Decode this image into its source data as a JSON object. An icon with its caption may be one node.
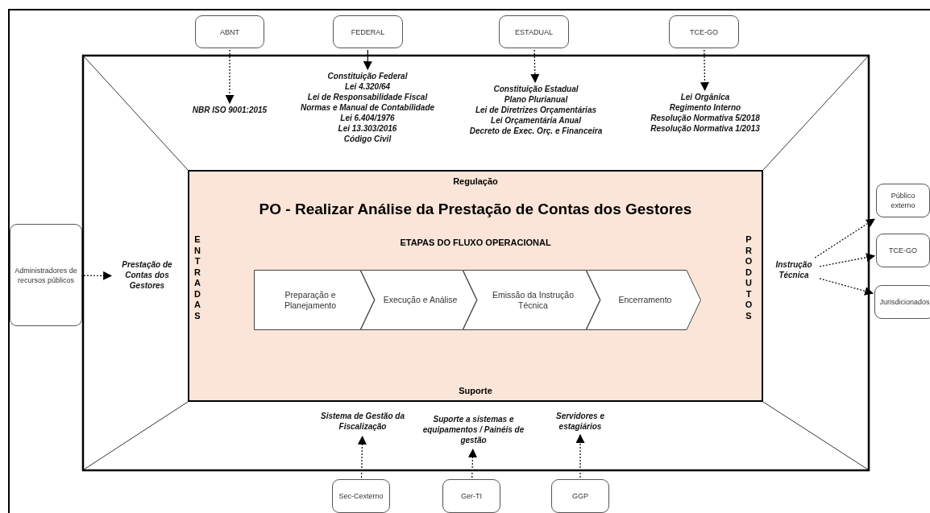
{
  "diagram": {
    "nodes": [
      {
        "text": [
          "ABNT"
        ]
      },
      {
        "text": [
          "FEDERAL"
        ]
      },
      {
        "text": [
          "ESTADUAL"
        ]
      },
      {
        "text": [
          "TCE-GO"
        ]
      },
      {
        "text": [
          "NBR ISO 9001:2015"
        ]
      },
      {
        "text": [
          "Constituição Federal",
          "Lei 4.320/64",
          "Lei de Responsabilidade Fiscal",
          "Normas e Manual de Contabilidade",
          "Lei 6.404/1976",
          "Lei 13.303/2016",
          "Código Civil"
        ]
      },
      {
        "text": [
          "Constituição Estadual",
          "Plano Plurianual",
          "Lei de Diretrizes Orçamentárias",
          "Lei Orçamentária Anual",
          "Decreto de Exec. Orç. e Financeira"
        ]
      },
      {
        "text": [
          "Lei Orgânica",
          "Regimento Interno",
          "Resolução Normativa 5/2018",
          "Resolução Normativa 1/2013"
        ]
      },
      {
        "text": [
          "Administradores de recursos públicos"
        ]
      },
      {
        "text": [
          "Prestação de Contas dos Gestores"
        ]
      },
      {
        "text": [
          "Regulação",
          "PO - Realizar Análise da Prestação de Contas dos Gestores",
          "ENTRADAS",
          "ETAPAS DO FLUXO OPERACIONAL",
          "PRODUTOS",
          "Suporte"
        ]
      },
      {
        "text": [
          "Preparação e Planejamento"
        ],
        "in": 10
      },
      {
        "text": [
          "Execução e Análise"
        ],
        "in": 10
      },
      {
        "text": [
          "Emissão da Instrução Técnica"
        ],
        "in": 10
      },
      {
        "text": [
          "Encerramento"
        ],
        "in": 10
      },
      {
        "text": [
          "Instrução Técnica"
        ]
      },
      {
        "text": [
          "Público externo"
        ]
      },
      {
        "text": [
          "TCE-GO"
        ]
      },
      {
        "text": [
          "Jurisdicionados"
        ]
      },
      {
        "text": [
          "Sistema de Gestão da Fiscalização"
        ]
      },
      {
        "text": [
          "Suporte a sistemas e equipamentos / Painéis de gestão"
        ]
      },
      {
        "text": [
          "Servidores e estagiários"
        ]
      },
      {
        "text": [
          "Sec-Cexterno"
        ]
      },
      {
        "text": [
          "Ger-TI"
        ]
      },
      {
        "text": [
          "GGP"
        ]
      }
    ],
    "edges": [
      {
        "from": 0,
        "to": 4,
        "arrow": "to",
        "style": "dashed"
      },
      {
        "from": 1,
        "to": 5,
        "arrow": "to"
      },
      {
        "from": 2,
        "to": 6,
        "arrow": "to",
        "style": "dashed"
      },
      {
        "from": 3,
        "to": 7,
        "arrow": "to",
        "style": "dashed"
      },
      {
        "from": 8,
        "to": 9,
        "arrow": "to",
        "style": "dashed"
      },
      {
        "from": 15,
        "to": 16,
        "arrow": "to",
        "style": "dashed"
      },
      {
        "from": 15,
        "to": 17,
        "arrow": "to",
        "style": "dashed"
      },
      {
        "from": 15,
        "to": 18,
        "arrow": "to",
        "style": "dashed"
      },
      {
        "from": 22,
        "to": 19,
        "arrow": "to",
        "style": "dashed"
      },
      {
        "from": 23,
        "to": 20,
        "arrow": "to",
        "style": "dashed"
      },
      {
        "from": 24,
        "to": 21,
        "arrow": "to",
        "style": "dashed"
      }
    ]
  }
}
